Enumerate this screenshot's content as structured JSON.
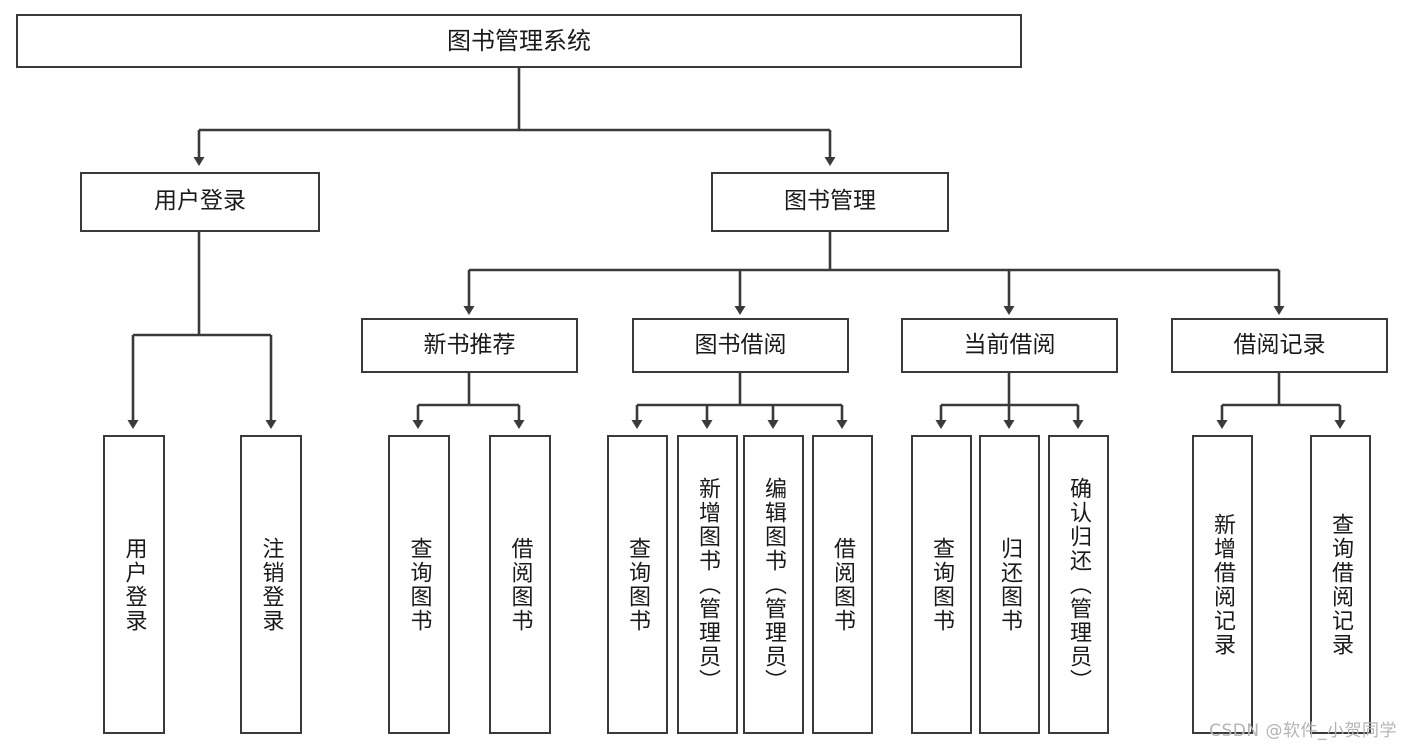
{
  "diagram": {
    "title": "图书管理系统",
    "watermark": "CSDN @软件_小贺同学",
    "line_color": "#3a3a3a",
    "box_fill": "#ffffff",
    "text_color": "#1a1a1a",
    "watermark_color": "#b4b4b4",
    "nodes": {
      "root": {
        "label": "图书管理系统"
      },
      "level2": [
        {
          "label": "用户登录"
        },
        {
          "label": "图书管理"
        }
      ],
      "level3": [
        {
          "label": "新书推荐"
        },
        {
          "label": "图书借阅"
        },
        {
          "label": "当前借阅"
        },
        {
          "label": "借阅记录"
        }
      ],
      "leaves": {
        "user_login": [
          {
            "label": "用户登录"
          },
          {
            "label": "注销登录"
          }
        ],
        "new_book": [
          {
            "label": "查询图书"
          },
          {
            "label": "借阅图书"
          }
        ],
        "book_borrow": [
          {
            "label": "查询图书"
          },
          {
            "label": "新增图书（管理员）"
          },
          {
            "label": "编辑图书（管理员）"
          },
          {
            "label": "借阅图书"
          }
        ],
        "current_borrow": [
          {
            "label": "查询图书"
          },
          {
            "label": "归还图书"
          },
          {
            "label": "确认归还（管理员）"
          }
        ],
        "borrow_record": [
          {
            "label": "新增借阅记录"
          },
          {
            "label": "查询借阅记录"
          }
        ]
      }
    }
  }
}
